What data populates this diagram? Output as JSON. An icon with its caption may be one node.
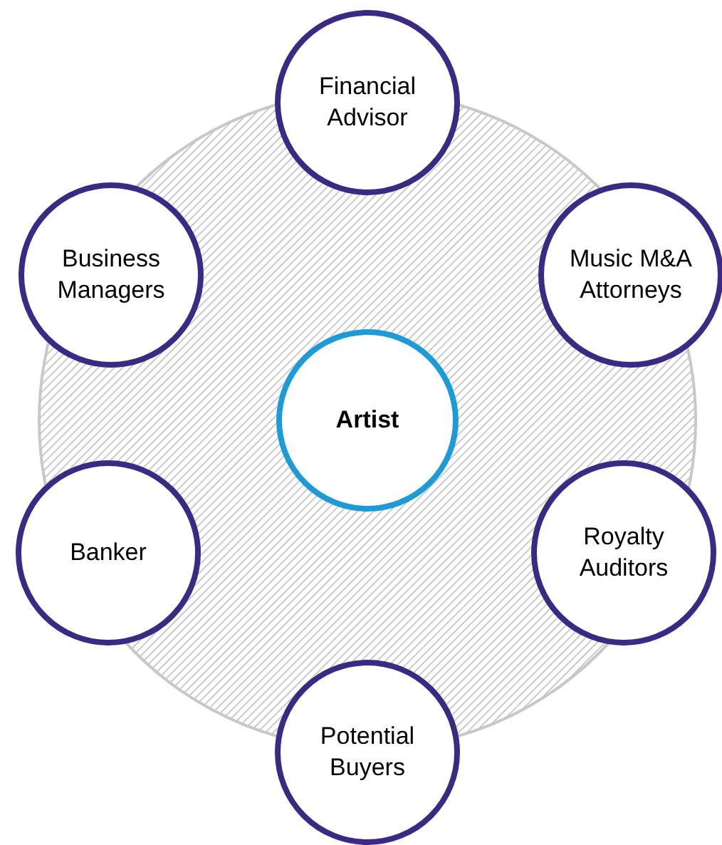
{
  "diagram": {
    "nodes": [
      {
        "text": [],
        "shape": "circle"
      },
      {
        "text": [
          "Financial Advisor"
        ]
      },
      {
        "text": [
          "Business Managers"
        ]
      },
      {
        "text": [
          "Music M&A Attorneys"
        ]
      },
      {
        "text": [
          "Artist"
        ],
        "in": 0
      },
      {
        "text": [
          "Banker"
        ]
      },
      {
        "text": [
          "Royalty Auditors"
        ]
      },
      {
        "text": [
          "Potential Buyers"
        ]
      }
    ]
  }
}
